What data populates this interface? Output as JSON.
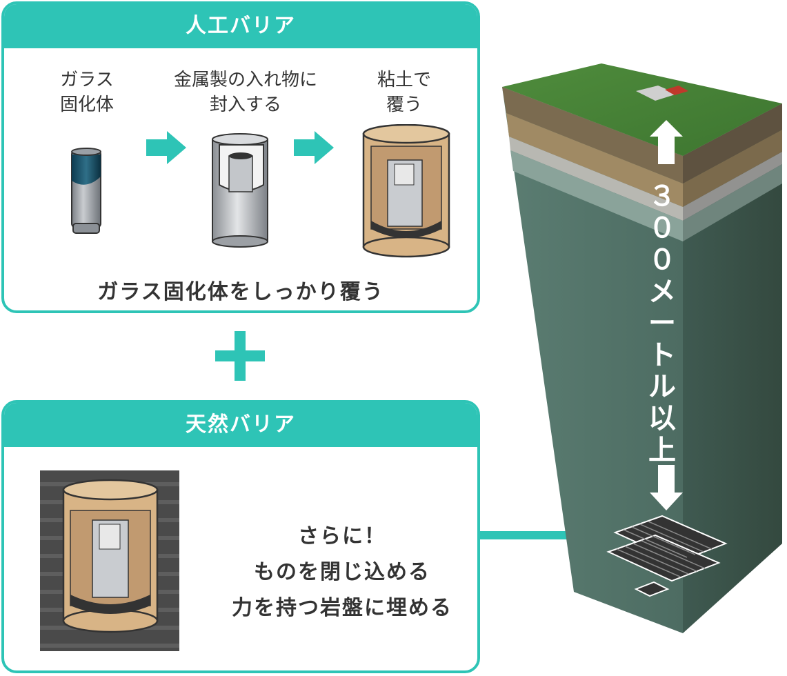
{
  "artificial_barrier": {
    "title": "人工バリア",
    "steps": [
      {
        "label": "ガラス\n固化体"
      },
      {
        "label": "金属製の入れ物に\n封入する"
      },
      {
        "label": "粘土で\n覆う"
      }
    ],
    "caption": "ガラス固化体をしっかり覆う"
  },
  "plus_sign": "+",
  "natural_barrier": {
    "title": "天然バリア",
    "text": "さらに！\nものを閉じ込める\n力を持つ岩盤に埋める"
  },
  "depth_label": "３００メートル以上",
  "colors": {
    "accent": "#2ec4b6",
    "clay": "#d8b486",
    "rock": "#4e6e63"
  }
}
